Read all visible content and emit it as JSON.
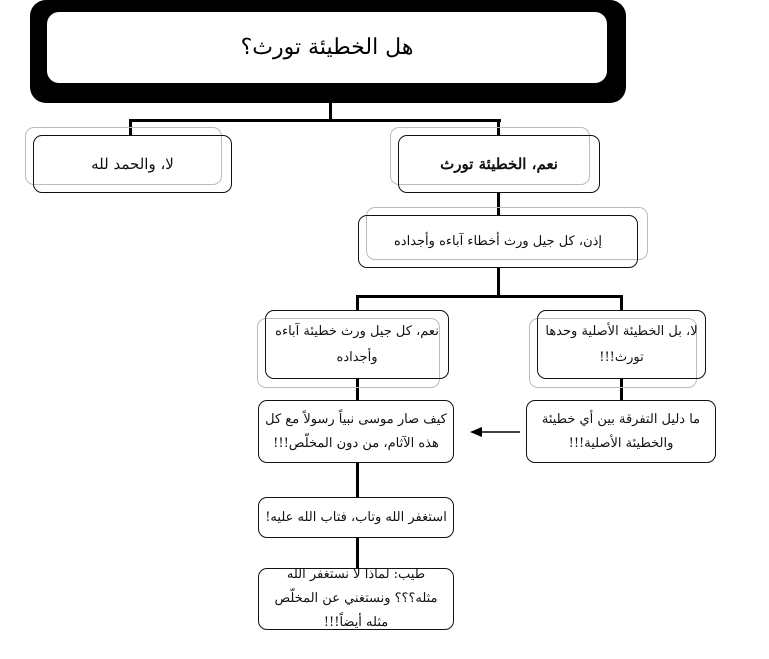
{
  "title": "هل الخطيئة تورث؟",
  "nodes": {
    "no_thanks": "لا، والحمد لله",
    "yes_inherited": "نعم، الخطيئة تورث",
    "so_each_generation": "إذن، كل جيل ورث أخطاء آباءه وأجداده",
    "yes_each_generation": "نعم، كل جيل ورث خطيئة آباءه وأجداده",
    "no_original_only": "لا، بل الخطيئة الأصلية وحدها تورث!!!",
    "moses_question": "كيف صار موسى نبياً رسولاً مع كل هذه الآثام، من دون المخلّص!!!",
    "distinction_question": "ما دليل التفرقة بين أي خطيئة والخطيئة الأصلية!!!",
    "repented": "استغفر الله وتاب، فتاب الله عليه!",
    "why_not_repent": "طيب: لماذا لا نستغفر الله مثله؟؟؟ ونستغني عن المخلّص مثله أيضاً!!!"
  }
}
